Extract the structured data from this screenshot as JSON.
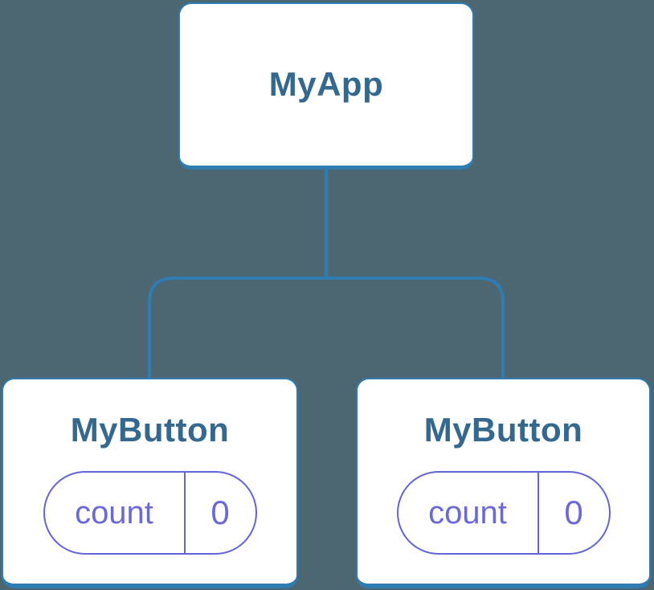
{
  "diagram": {
    "type": "component-tree",
    "root": {
      "label": "MyApp"
    },
    "children": [
      {
        "label": "MyButton",
        "state": {
          "name": "count",
          "value": "0"
        }
      },
      {
        "label": "MyButton",
        "state": {
          "name": "count",
          "value": "0"
        }
      }
    ]
  },
  "colors": {
    "background": "#4c6771",
    "node_fill": "#ffffff",
    "line": "#2f7cb3",
    "title_text": "#35688e",
    "state_accent": "#6464d8",
    "state_text": "#6b69da"
  }
}
